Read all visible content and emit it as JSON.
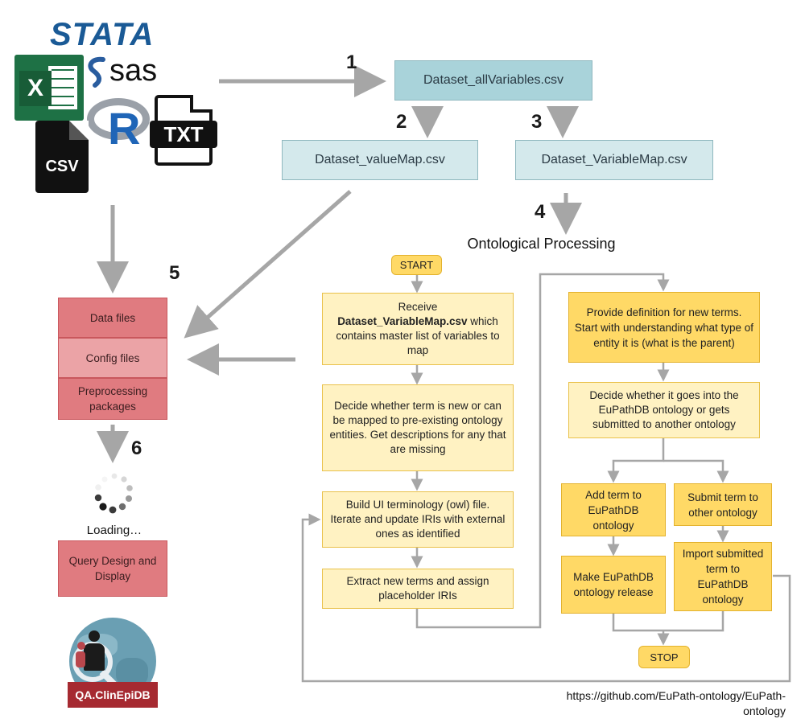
{
  "logos": {
    "stata": "STATA",
    "sas": "sas",
    "excel_letter": "X",
    "r_letter": "R",
    "txt": "TXT",
    "csv": "CSV"
  },
  "steps": {
    "s1": "1",
    "s2": "2",
    "s3": "3",
    "s4": "4",
    "s5": "5",
    "s6": "6"
  },
  "files": {
    "all_variables": "Dataset_allVariables.csv",
    "value_map": "Dataset_valueMap.csv",
    "variable_map": "Dataset_VariableMap.csv"
  },
  "ontological_title": "Ontological Processing",
  "flow": {
    "start": "START",
    "receive_prefix": "Receive",
    "receive_bold": "Dataset_VariableMap.csv",
    "receive_suffix": "which contains master list of variables to map",
    "decide_term": "Decide whether term is new or can be mapped to pre-existing ontology entities. Get descriptions for any that are missing",
    "build_ui": "Build UI terminology (owl) file. Iterate and update IRIs with external ones as identified",
    "extract_terms": "Extract new terms and assign placeholder IRIs",
    "provide_definition": "Provide definition for new terms. Start with understanding what type of entity it is (what is the parent)",
    "decide_ontology": "Decide whether it goes into the EuPathDB ontology or gets submitted to another ontology",
    "add_term": "Add term to EuPathDB ontology",
    "submit_term": "Submit term to other ontology",
    "make_release": "Make EuPathDB ontology release",
    "import_term": "Import submitted term to EuPathDB ontology",
    "stop": "STOP"
  },
  "stack": {
    "data_files": "Data files",
    "config_files": "Config files",
    "preprocessing": "Preprocessing packages",
    "loading": "Loading…",
    "query_design": "Query Design and Display"
  },
  "clinepidb_label": "QA.ClinEpiDB",
  "url_text": "https://github.com/EuPath-ontology/EuPath-ontology",
  "colors": {
    "arrow": "#a6a6a6",
    "teal": "#d4e9ec",
    "pale_yellow": "#fff2c2",
    "gold": "#ffd966",
    "red": "#e07b80",
    "stata_blue": "#1a5a96",
    "excel_green": "#1e7145"
  }
}
